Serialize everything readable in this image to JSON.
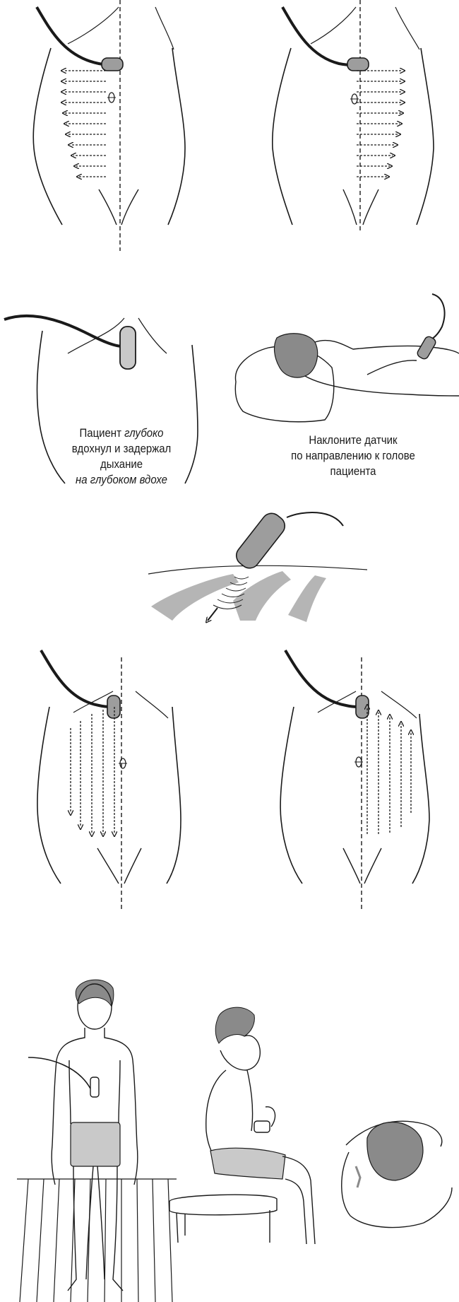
{
  "captions": {
    "breath_line1_a": "Пациент ",
    "breath_line1_b": "глубоко",
    "breath_line2": "вдохнул и задержал",
    "breath_line3": "дыхание",
    "breath_line4_a": "на глубоком ",
    "breath_line4_b": "вдохе",
    "tilt_line1": "Наклоните датчик",
    "tilt_line2": "по направлению к голове",
    "tilt_line3": "пациента"
  },
  "colors": {
    "ink": "#1a1a1a",
    "tint": "#b5b5b5",
    "tint_dark": "#8a8a8a",
    "probe": "#9d9d9d"
  },
  "icons": [
    "transducer-probe-icon",
    "navel-icon",
    "scan-arrow-icon"
  ]
}
